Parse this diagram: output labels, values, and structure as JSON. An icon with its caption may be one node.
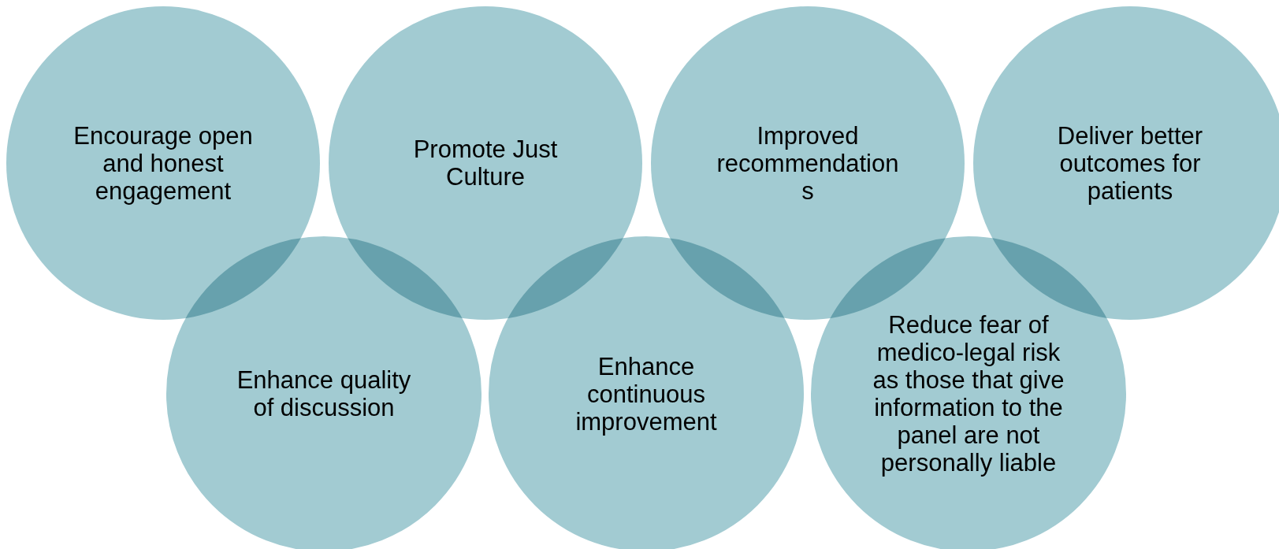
{
  "diagram": {
    "nodes": [
      {
        "text": [
          "Encourage open and honest engagement"
        ]
      },
      {
        "text": [
          "Promote Just Culture"
        ]
      },
      {
        "text": [
          "Improved recommendation s"
        ]
      },
      {
        "text": [
          "Deliver better outcomes for patients"
        ]
      },
      {
        "text": [
          "Enhance quality of discussion"
        ]
      },
      {
        "text": [
          "Enhance continuous improvement"
        ]
      },
      {
        "text": [
          "Reduce fear of medico-legal risk as those that give information to the panel are not personally liable"
        ]
      }
    ]
  }
}
